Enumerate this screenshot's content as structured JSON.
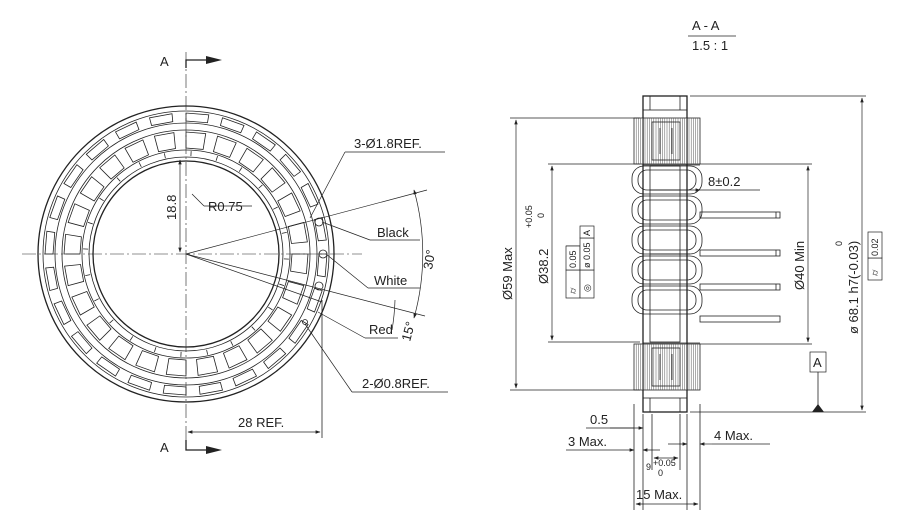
{
  "section": {
    "title": "A - A",
    "scale": "1.5 : 1"
  },
  "left_view": {
    "section_marker": "A",
    "labels": {
      "holes_ref": "3-Ø1.8REF.",
      "radius": "R0.75",
      "height": "18.8",
      "angle_30": "30°",
      "angle_15": "15°",
      "holes_small": "2-Ø0.8REF.",
      "width_ref": "28 REF."
    },
    "wires": [
      "Black",
      "White",
      "Red"
    ]
  },
  "right_view": {
    "dims": {
      "outer_max": "Ø59 Max",
      "bore": "Ø38.2",
      "bore_tol_upper": "+0.05",
      "bore_tol_lower": "0",
      "slot": "8±0.2",
      "inner_min": "Ø40 Min",
      "outer_fit": "ø 68.1 h7(-0.03)",
      "outer_tol_upper": "0",
      "gap": "0.5",
      "left_max": "3 Max.",
      "right_max": "4 Max.",
      "core": "9",
      "core_tol_upper": "+0.05",
      "core_tol_lower": "0",
      "total_max": "15 Max."
    },
    "frames": [
      {
        "symbol": "⌭",
        "value": "0.05"
      },
      {
        "symbol": "◎",
        "value": "ø 0.05",
        "ref": "A"
      },
      {
        "symbol": "⌭",
        "value": "0.02"
      }
    ],
    "datum": "A"
  }
}
